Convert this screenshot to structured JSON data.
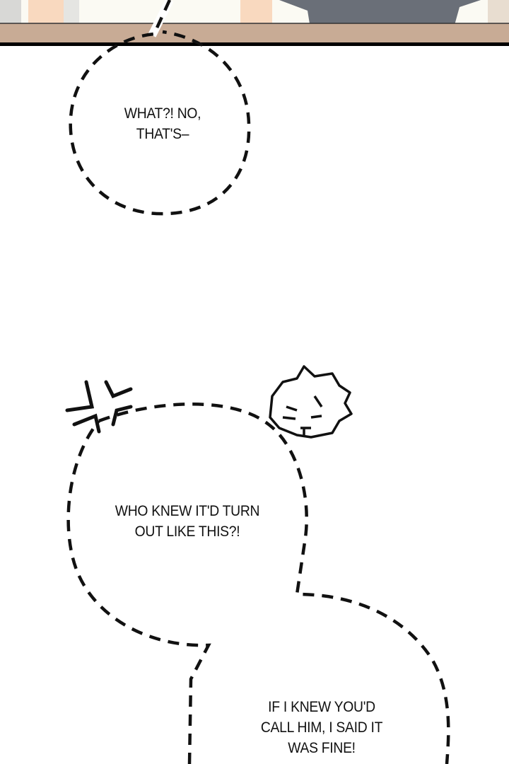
{
  "bubbles": [
    {
      "lines": [
        "WHAT?! NO,",
        "THAT'S–"
      ]
    },
    {
      "lines": [
        "WHO KNEW IT'D TURN",
        "OUT LIKE THIS?!"
      ]
    },
    {
      "lines": [
        "IF I KNEW YOU'D",
        "CALL HIM, I SAID IT",
        "WAS FINE!"
      ]
    }
  ],
  "colors": {
    "table": "#c8ab95",
    "shirt": "#6a6f78",
    "skin": "#f9d9bf",
    "ink": "#111111"
  }
}
